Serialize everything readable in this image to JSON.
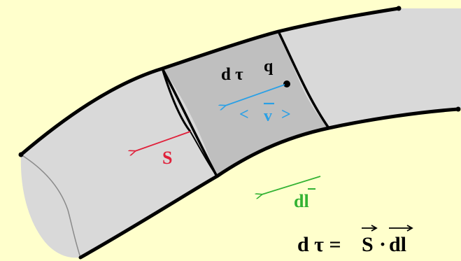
{
  "labels": {
    "volume_element": "d τ",
    "charge": "q",
    "velocity_open": "<",
    "velocity_symbol": "v",
    "velocity_close": ">",
    "area_vector": "S",
    "length_element": "dl",
    "equation_lhs": "d τ =",
    "equation_s": "S",
    "equation_dot": "·",
    "equation_dl": "dl"
  },
  "colors": {
    "background": "#ffffcc",
    "conductor_fill": "#d9d9d9",
    "segment_fill": "#bfbfbf",
    "outline": "#000000",
    "area_vector": "#e0203a",
    "velocity": "#2aa0e6",
    "length_element": "#33b233",
    "text": "#000000"
  }
}
